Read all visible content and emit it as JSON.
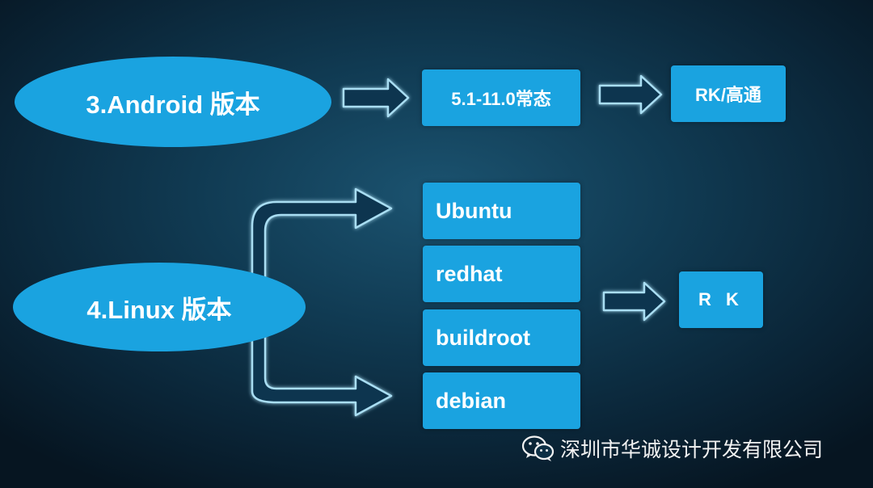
{
  "android": {
    "label": "3.Android 版本",
    "version_label": "5.1-11.0常态",
    "platform_label": "RK/高通"
  },
  "linux": {
    "label": "4.Linux 版本",
    "distros": [
      "Ubuntu",
      "redhat",
      "buildroot",
      "debian"
    ],
    "platform_label": "R K"
  },
  "footer": {
    "icon": "wechat-icon",
    "company": "深圳市华诚设计开发有限公司"
  },
  "colors": {
    "accent": "#1aa3e0",
    "background": "#0d2f45",
    "arrow_fill": "#0d3550",
    "arrow_stroke": "#a9def3"
  }
}
